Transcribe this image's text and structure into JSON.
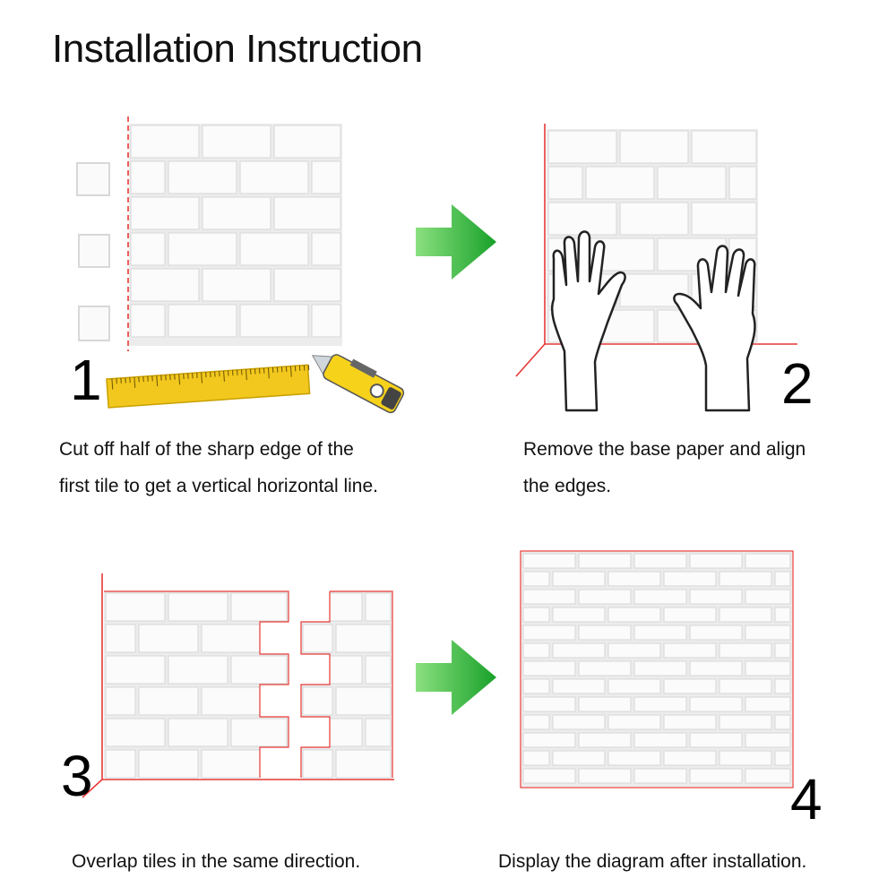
{
  "title": "Installation Instruction",
  "steps": [
    {
      "number": "1",
      "caption_line1": "Cut off half of the sharp edge of the",
      "caption_line2": "first tile to get a vertical horizontal line."
    },
    {
      "number": "2",
      "caption_line1": "Remove the base paper and align",
      "caption_line2": "the edges."
    },
    {
      "number": "3",
      "caption_line1": "Overlap tiles in the same direction.",
      "caption_line2": ""
    },
    {
      "number": "4",
      "caption_line1": "Display the diagram after installation.",
      "caption_line2": ""
    }
  ],
  "colors": {
    "guide_line": "#e53935",
    "arrow_green": "#2fb23a",
    "tile_face": "#fafafa",
    "tile_edge": "#d8d8d8",
    "ruler": "#f2c81e",
    "cutter_body": "#f6d21a"
  },
  "icons": [
    "ruler-icon",
    "utility-knife-icon",
    "arrow-right-icon",
    "hand-icon"
  ]
}
